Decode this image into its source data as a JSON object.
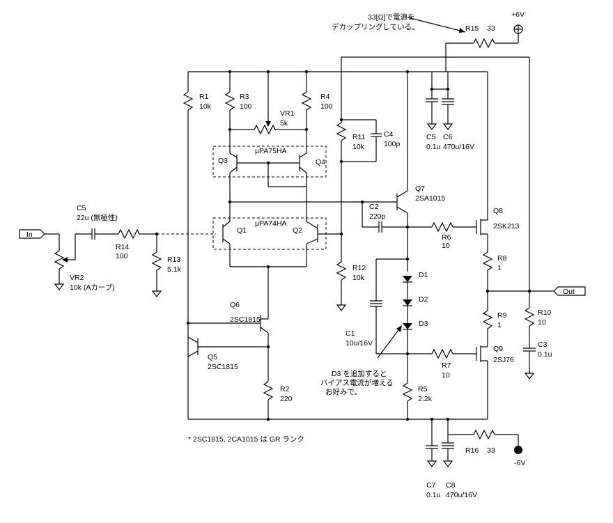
{
  "labels": {
    "note_r15_line1": "33[Ω]で電源を",
    "note_r15_line2": "デカップリングしている。",
    "plus6v": "+6V",
    "minus6v": "-6V",
    "r15": "R15",
    "r15v": "33",
    "r16": "R16",
    "r16v": "33",
    "r1": "R1",
    "r1v": "10k",
    "r3": "R3",
    "r3v": "100",
    "r4": "R4",
    "r4v": "100",
    "vr1": "VR1",
    "vr1v": "5k",
    "r11": "R11",
    "r11v": "10k",
    "c4": "C4",
    "c4v": "100p",
    "c5p": "C5",
    "c5pv": "0.1u",
    "c6": "C6",
    "c6v": "470u/16V",
    "q3": "Q3",
    "q4": "Q4",
    "upa75": "μPA75HA",
    "q7": "Q7",
    "q7v": "2SA1015",
    "c2": "C2",
    "c2v": "220p",
    "q8": "Q8",
    "q8v": "2SK213",
    "r6": "R6",
    "r6v": "10",
    "r8": "R8",
    "r8v": "1",
    "c5in": "C5",
    "c5inv": "22u (無極性)",
    "in": "In",
    "r14": "R14",
    "r14v": "100",
    "r13": "R13",
    "r13v": "5.1k",
    "q1": "Q1",
    "q2": "Q2",
    "upa74": "μPA74HA",
    "r12": "R12",
    "r12v": "10k",
    "vr2": "VR2",
    "vr2v": "10k (Aカーブ)",
    "d1": "D1",
    "d2": "D2",
    "d3": "D3",
    "out": "Out",
    "r9": "R9",
    "r9v": "1",
    "r10": "R10",
    "r10v": "10",
    "q6": "Q6",
    "q6v": "2SC1815",
    "c1": "C1",
    "c1v": "10u/16V",
    "q5": "Q5",
    "q5v": "2SC1815",
    "c3": "C3",
    "c3v": "0.1u",
    "q9": "Q9",
    "q9v": "2SJ76",
    "r7": "R7",
    "r7v": "10",
    "note_d3_line1": "D3 を追加すると",
    "note_d3_line2": "バイアス電流が増える",
    "note_d3_line3": "お好みで。",
    "r2": "R2",
    "r2v": "220",
    "r5": "R5",
    "r5v": "2.2k",
    "footnote": "* 2SC1815, 2CA1015 は GR ランク",
    "c7": "C7",
    "c7v": "0.1u",
    "c8": "C8",
    "c8v": "470u/16V"
  }
}
